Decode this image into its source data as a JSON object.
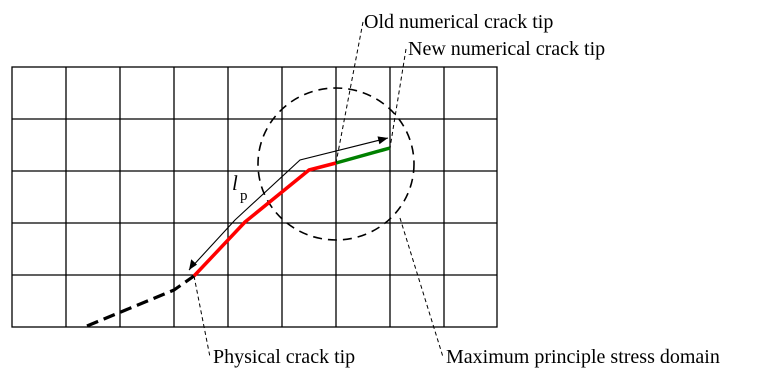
{
  "labels": {
    "old_tip": "Old numerical crack tip",
    "new_tip": "New numerical crack tip",
    "physical_tip": "Physical crack tip",
    "stress_domain": "Maximum principle stress domain",
    "lp_symbol": "l",
    "lp_subscript": "p"
  },
  "colors": {
    "grid": "#000000",
    "crack_old_path": "#ff0000",
    "crack_new_segment": "#008000",
    "dashed": "#000000"
  }
}
